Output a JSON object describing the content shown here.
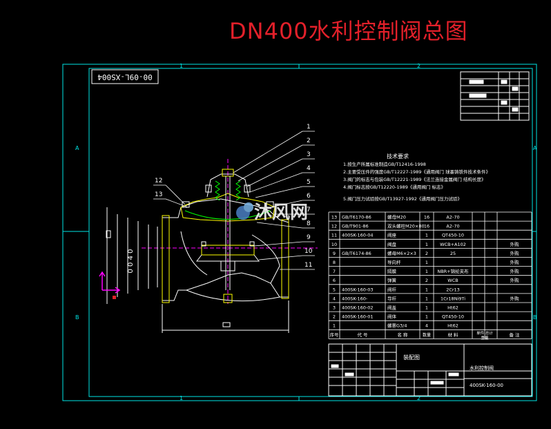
{
  "title": "DN400水利控制阀总图",
  "colors": {
    "cyan": "#00e6e6",
    "white": "#ffffff",
    "yellow": "#ffff00",
    "red": "#e3202a",
    "magenta": "#ff00ff",
    "green": "#00ff00",
    "orange": "#ffa500"
  },
  "drawing_number": "00-09L-XS004",
  "zone_labels": {
    "top_1": "1",
    "top_2": "2",
    "bottom_1": "1",
    "bottom_2": "2",
    "left_A": "A",
    "left_B": "B",
    "right_A": "A",
    "right_B": "B"
  },
  "callouts": [
    "1",
    "2",
    "3",
    "4",
    "5",
    "6",
    "7",
    "8",
    "9",
    "10",
    "11",
    "12",
    "13"
  ],
  "dimension_label": "0 0 4 0",
  "tech_requirements": {
    "heading": "技术要求",
    "items": [
      "1.按生产所属标准制造GB/T12416-1998",
      "2.主要受压件的强度GB/T12227-1989《通用阀门 球墨铸铁件技术条件》",
      "3.阀门的标志与包装GB/T12221-1989《法兰连接金属阀门 结构长度》",
      "4.阀门标志按GB/T12220-1989《通用阀门 标志》",
      "5.阀门压力试验按GB/T13927-1992《通用阀门压力试验》"
    ]
  },
  "parts_table": {
    "rows": [
      {
        "no": "13",
        "code": "GB/T6170-86",
        "name": "螺母M20",
        "qty": "16",
        "mat": "A2-70",
        "note": ""
      },
      {
        "no": "12",
        "code": "GB/T901-86",
        "name": "双头螺柱M20×80",
        "qty": "16",
        "mat": "A2-70",
        "note": ""
      },
      {
        "no": "11",
        "code": "400SK-160-04",
        "name": "阀座",
        "qty": "1",
        "mat": "QT450-10",
        "note": ""
      },
      {
        "no": "10",
        "code": "",
        "name": "阀盘",
        "qty": "1",
        "mat": "WCB+A102",
        "note": "外购"
      },
      {
        "no": "9",
        "code": "GB/T6174-86",
        "name": "螺母M6×2×3",
        "qty": "2",
        "mat": "25",
        "note": "外购"
      },
      {
        "no": "8",
        "code": "",
        "name": "导向杆",
        "qty": "1",
        "mat": "",
        "note": "外购"
      },
      {
        "no": "7",
        "code": "",
        "name": "隔膜",
        "qty": "1",
        "mat": "NBR+锦纶夹布",
        "note": "外购"
      },
      {
        "no": "6",
        "code": "",
        "name": "弹簧",
        "qty": "2",
        "mat": "WCB",
        "note": "外购"
      },
      {
        "no": "5",
        "code": "400SK-160-03",
        "name": "阀杆",
        "qty": "1",
        "mat": "2Cr13",
        "note": ""
      },
      {
        "no": "4",
        "code": "400SK-160-",
        "name": "导杆",
        "qty": "1",
        "mat": "1Cr18Ni9Ti",
        "note": "外购"
      },
      {
        "no": "3",
        "code": "400SK-160-02",
        "name": "阀盖",
        "qty": "1",
        "mat": "Ht62",
        "note": ""
      },
      {
        "no": "2",
        "code": "400SK-160-01",
        "name": "阀体",
        "qty": "1",
        "mat": "QT450-10",
        "note": ""
      },
      {
        "no": "1",
        "code": "",
        "name": "螺塞G3/4",
        "qty": "4",
        "mat": "Ht62",
        "note": ""
      }
    ],
    "header": {
      "no": "序号",
      "code": "代 号",
      "name": "名 称",
      "qty": "数量",
      "mat": "材 料",
      "weight": "单件 总计",
      "weight2": "重量",
      "note": "备 注"
    }
  },
  "title_block": {
    "label": "装配图",
    "name": "水利控制阀",
    "code": "400SK-160-00"
  },
  "watermark": "沐风网"
}
